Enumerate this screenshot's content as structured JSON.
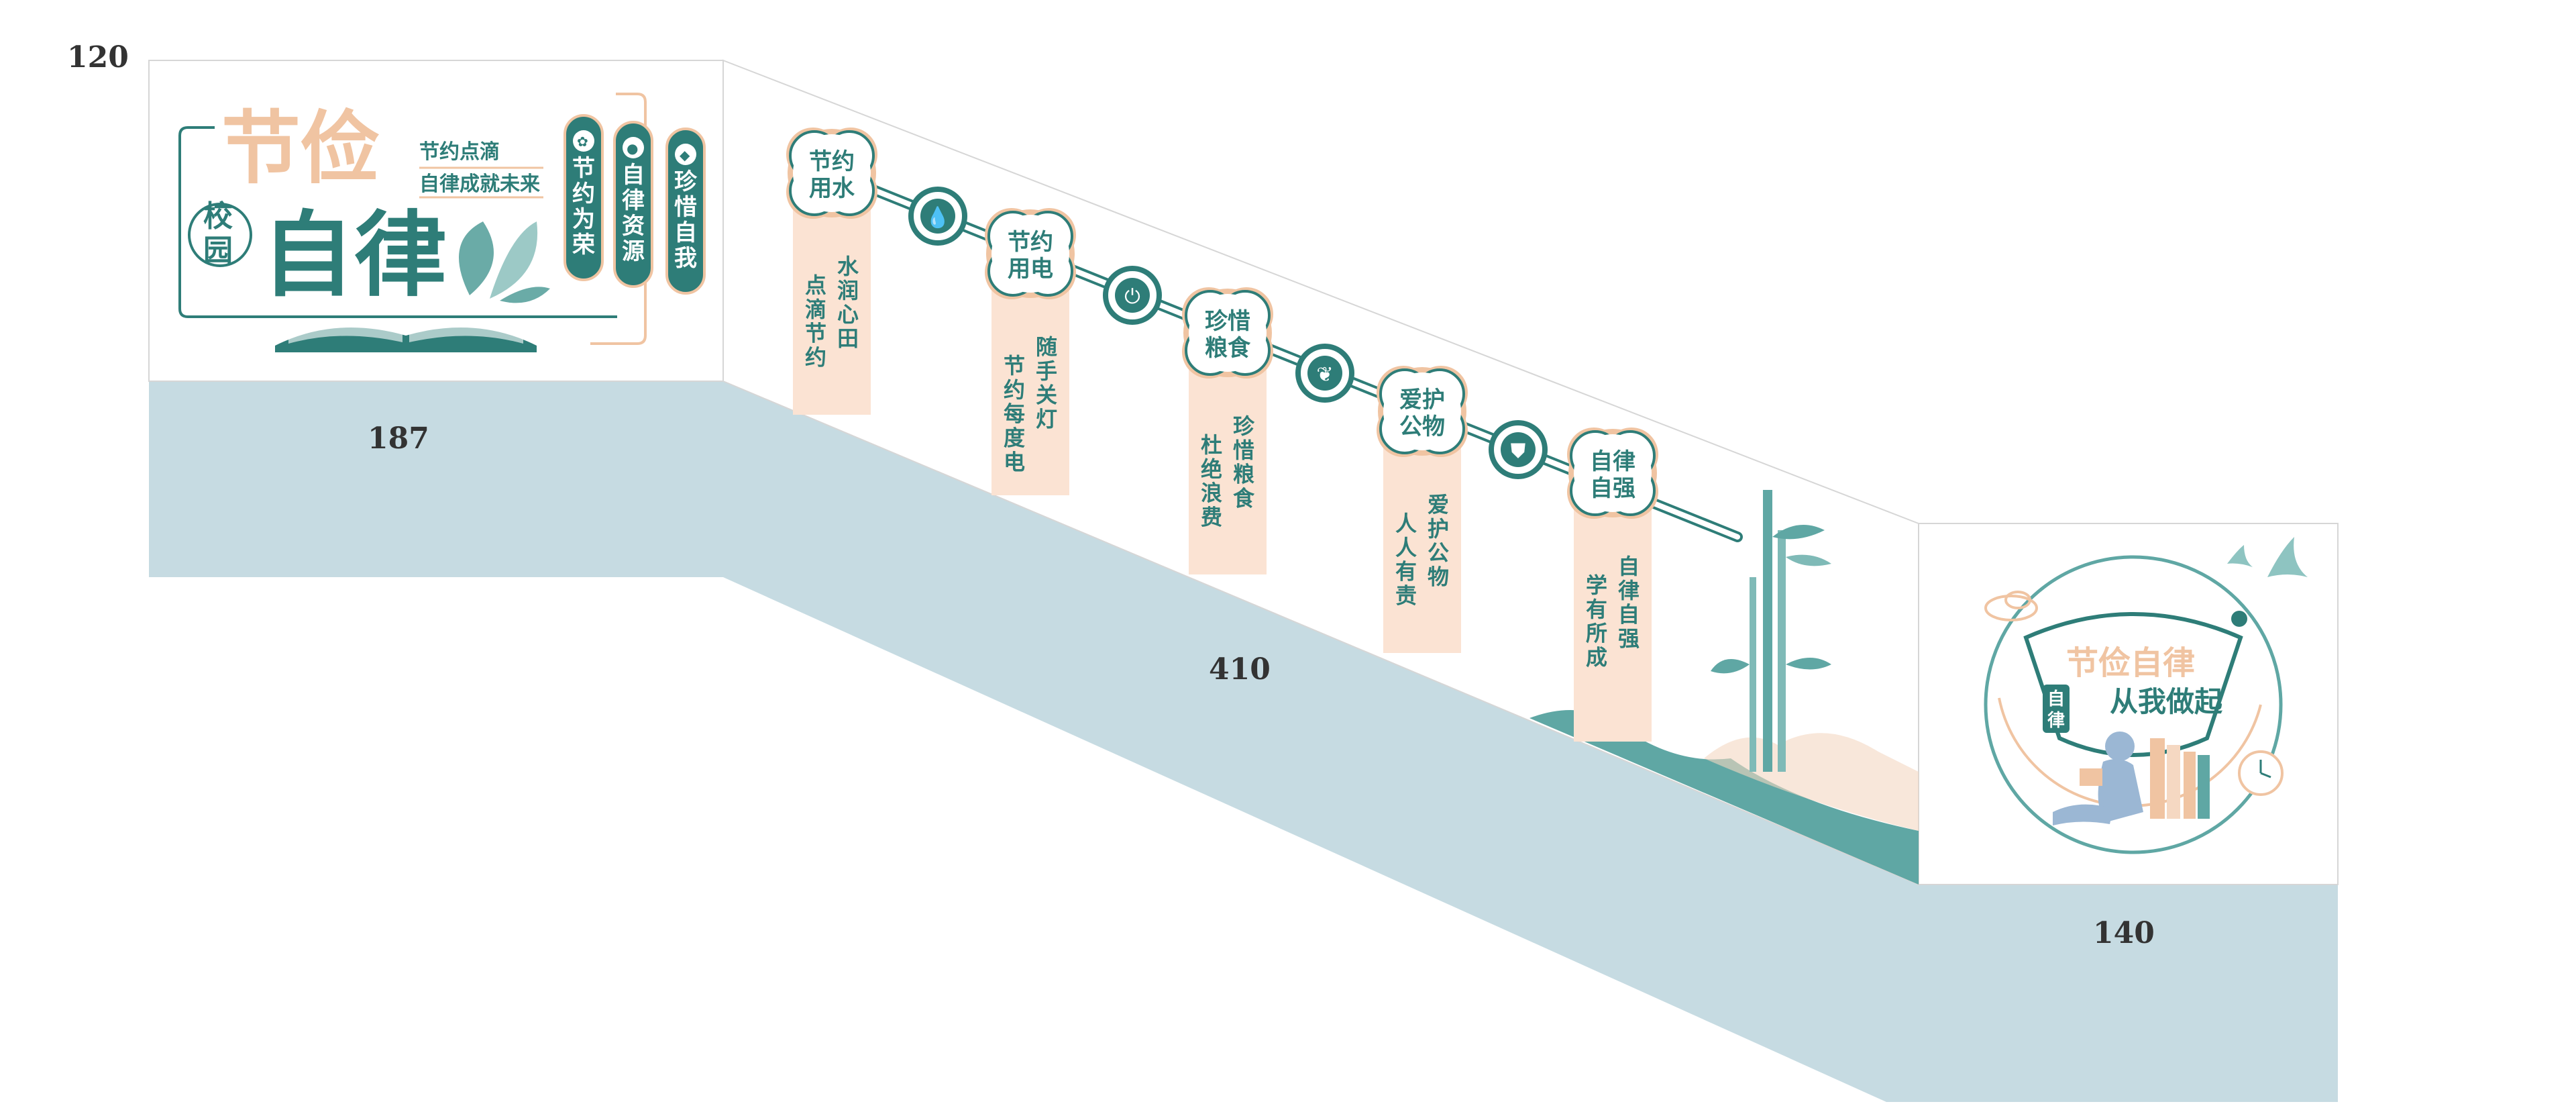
{
  "dimensions": {
    "top_height": "120",
    "left_width": "187",
    "middle_width": "410",
    "right_width": "140"
  },
  "left_panel": {
    "title_top": "节俭",
    "title_main": "自律",
    "school_chars": [
      "校",
      "园"
    ],
    "slogan_1": "节约点滴",
    "slogan_2": "自律成就未来",
    "tags": [
      "节约为荣",
      "自律资源",
      "珍惜自我"
    ]
  },
  "stations": [
    {
      "badge": [
        "节约",
        "用水"
      ],
      "verse": [
        "水润心田",
        "点滴节约"
      ],
      "icon": "water-drop-icon"
    },
    {
      "badge": [
        "节约",
        "用电"
      ],
      "verse": [
        "随手关灯",
        "节约每度电"
      ],
      "icon": "plug-icon"
    },
    {
      "badge": [
        "珍惜",
        "粮食"
      ],
      "verse": [
        "珍惜粮食",
        "杜绝浪费"
      ],
      "icon": "wheat-icon"
    },
    {
      "badge": [
        "爱护",
        "公物"
      ],
      "verse": [
        "爱护公物",
        "人人有责"
      ],
      "icon": "shield-icon"
    },
    {
      "badge": [
        "自律",
        "自强"
      ],
      "verse": [
        "自律自强",
        "学有所成"
      ],
      "icon": ""
    }
  ],
  "right_panel": {
    "title": "节俭自律",
    "subtitle": "从我做起",
    "stamp": [
      "自",
      "律"
    ]
  },
  "colors": {
    "teal": "#2e7d78",
    "peach": "#f0c4a2",
    "wall": "#c6dbe2",
    "light_teal": "#5fa7a4"
  }
}
